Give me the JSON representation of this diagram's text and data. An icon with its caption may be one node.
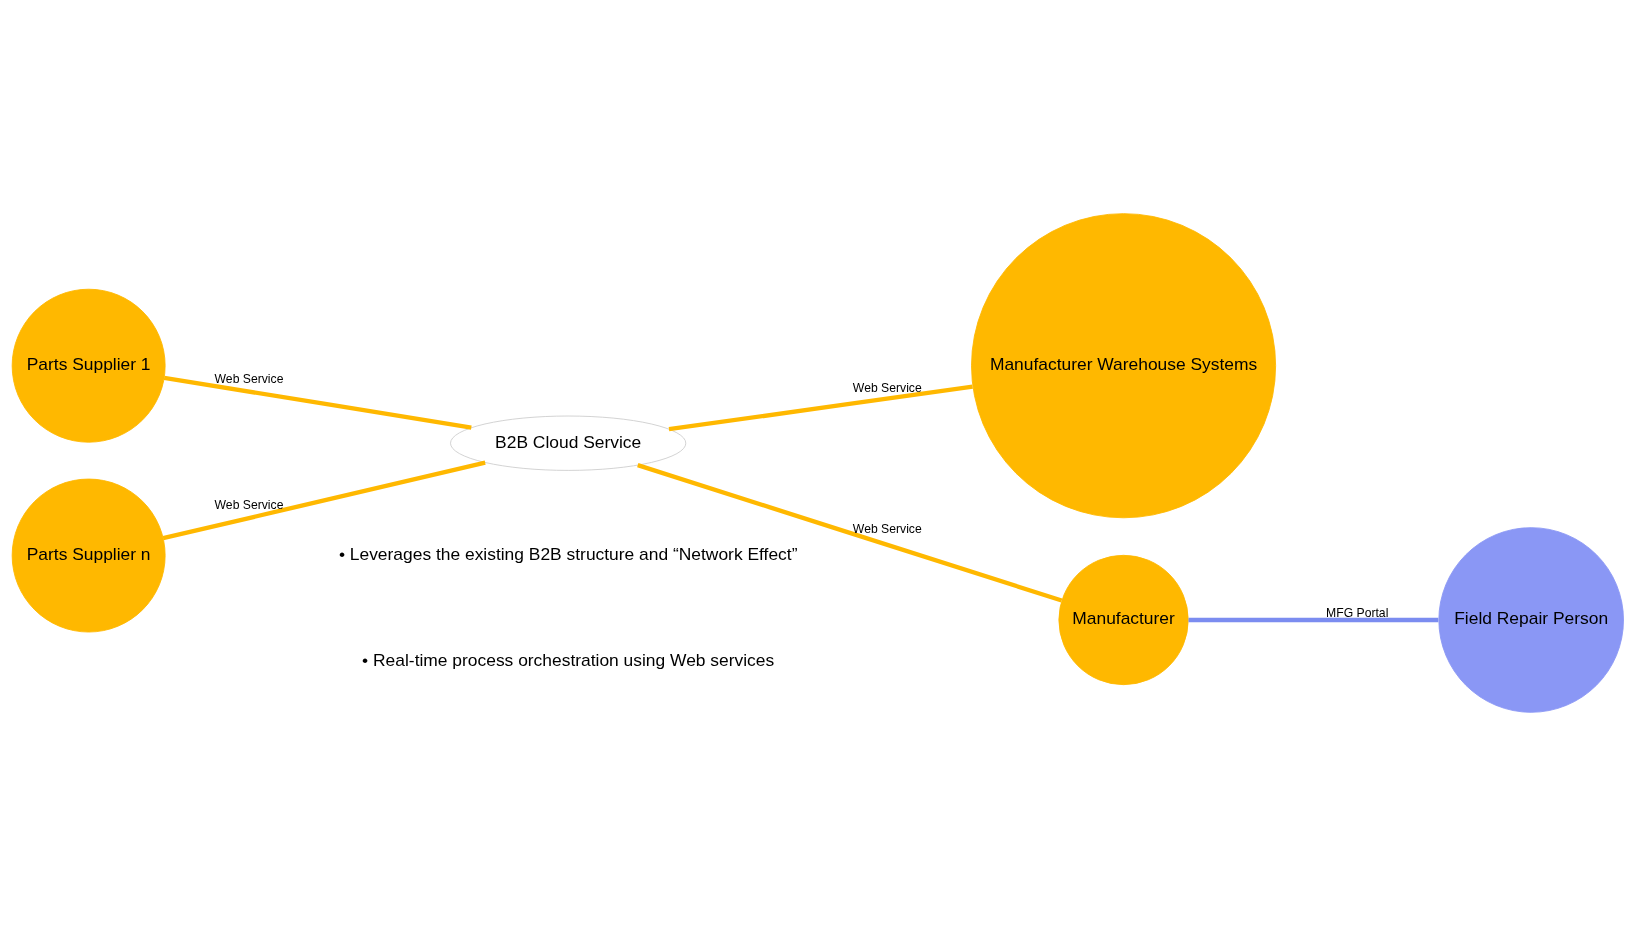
{
  "diagram": {
    "nodes": [
      {
        "text": [
          "Parts Supplier 1"
        ]
      },
      {
        "text": [
          "Parts Supplier n"
        ]
      },
      {
        "text": [
          "B2B Cloud Service"
        ]
      },
      {
        "text": [
          "Manufacturer Warehouse Systems"
        ]
      },
      {
        "text": [
          "Manufacturer"
        ]
      },
      {
        "text": [
          "Field Repair Person"
        ]
      }
    ],
    "edges": [
      {
        "from": 0,
        "to": 2,
        "arrow": "none",
        "label": "Web Service"
      },
      {
        "from": 1,
        "to": 2,
        "arrow": "none",
        "label": "Web Service"
      },
      {
        "from": 2,
        "to": 3,
        "arrow": "none",
        "label": "Web Service"
      },
      {
        "from": 2,
        "to": 4,
        "arrow": "none",
        "label": "Web Service"
      },
      {
        "from": 4,
        "to": 5,
        "arrow": "none",
        "label": "MFG Portal",
        "color": "#7b8cf0"
      }
    ],
    "labels": [
      "• Leverages the existing B2B structure and “Network Effect”",
      "• Real-time process orchestration using Web services"
    ]
  }
}
